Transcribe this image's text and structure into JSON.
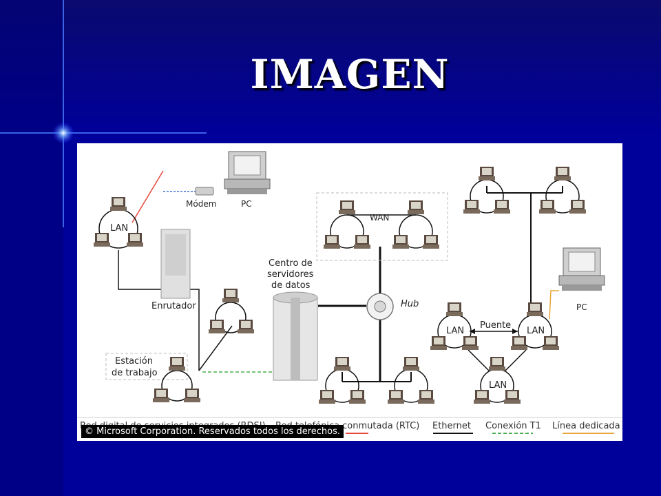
{
  "slide": {
    "title": "IMAGEN"
  },
  "colors": {
    "background": "#00009a",
    "rdsi": "#e8483c",
    "rtc": "#3f6fd1",
    "ethernet": "#111111",
    "t1": "#49b04d",
    "dedicated": "#e8a53a"
  },
  "diagram": {
    "labels": {
      "modem": "Módem",
      "pc_top": "PC",
      "lan_left": "LAN",
      "wan": "WAN",
      "server_center": [
        "Centro de",
        "servidores",
        "de datos"
      ],
      "router": "Enrutador",
      "hub": "Hub",
      "workstation": [
        "Estación",
        "de trabajo"
      ],
      "pc_right": "PC",
      "bridge": "Puente",
      "lan_bridge_left": "LAN",
      "lan_bridge_right": "LAN",
      "lan_bottom": "LAN"
    },
    "legend": [
      {
        "label": "Red digital de servicios integrados (RDSI)",
        "color": "#e8483c",
        "style": "solid"
      },
      {
        "label": "Red telefónica conmutada (RTC)",
        "color": "#3f6fd1",
        "style": "dashed"
      },
      {
        "label": "Ethernet",
        "color": "#111111",
        "style": "solid"
      },
      {
        "label": "Conexión T1",
        "color": "#49b04d",
        "style": "dashed"
      },
      {
        "label": "Línea dedicada",
        "color": "#e8a53a",
        "style": "solid"
      }
    ],
    "copyright": "© Microsoft Corporation. Reservados todos los derechos."
  }
}
